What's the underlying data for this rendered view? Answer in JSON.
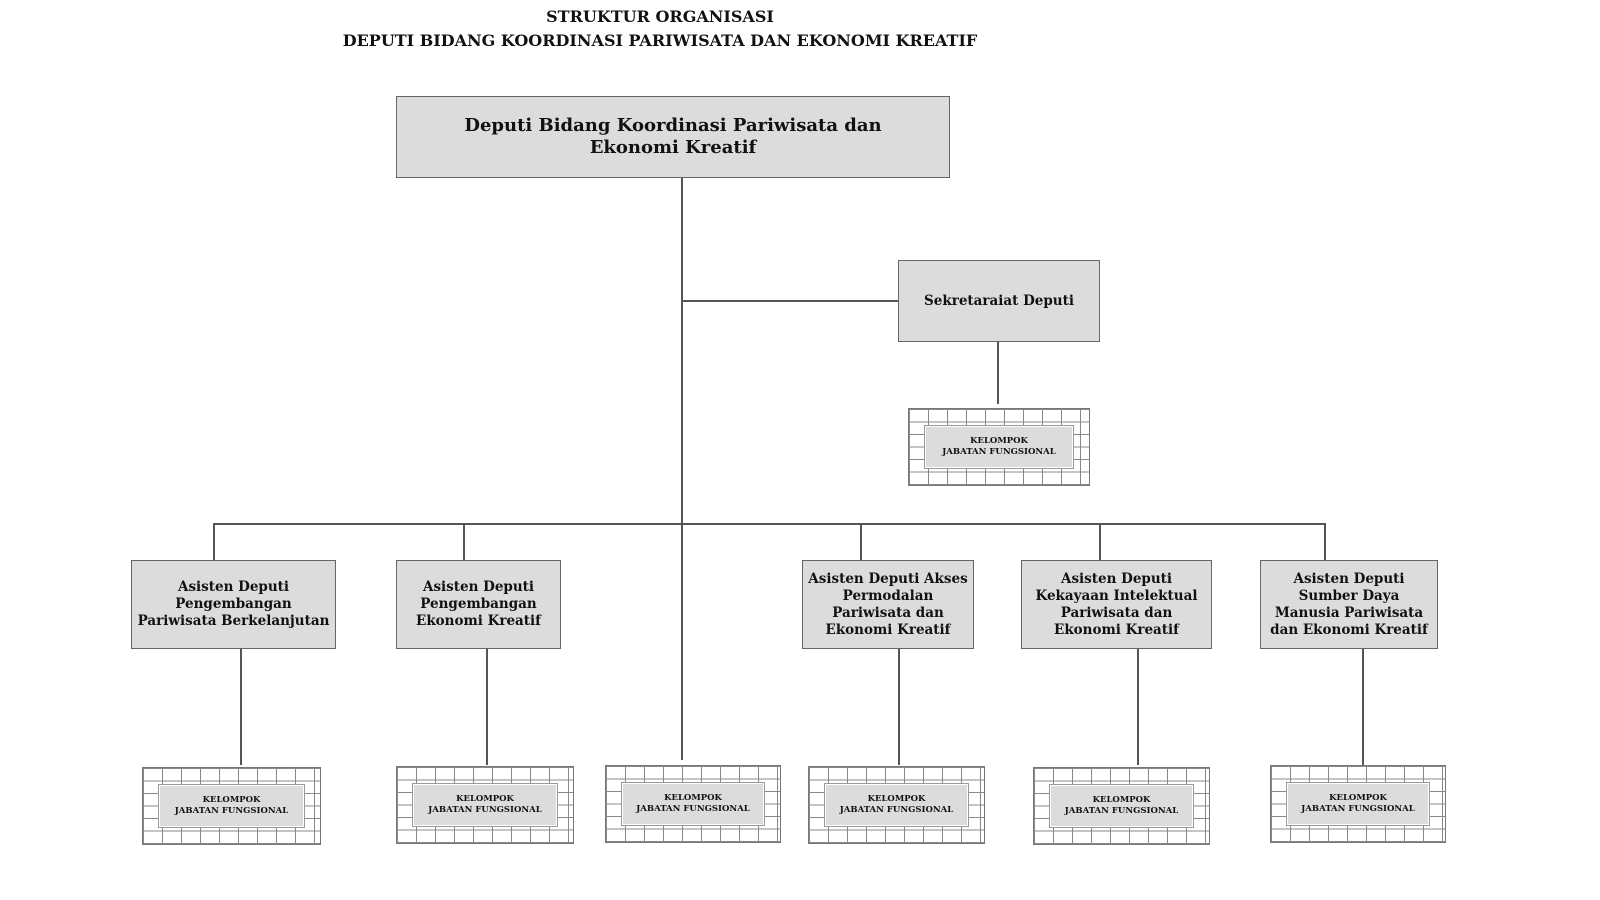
{
  "title": {
    "line1": "STRUKTUR ORGANISASI",
    "line2": "DEPUTI BIDANG KOORDINASI PARIWISATA DAN EKONOMI KREATIF"
  },
  "head": "Deputi Bidang Koordinasi Pariwisata dan Ekonomi Kreatif",
  "secretariat": "Sekretaraiat Deputi",
  "assistants": [
    "Asisten Deputi Pengembangan Pariwisata Berkelanjutan",
    "Asisten Deputi Pengembangan Ekonomi Kreatif",
    "Asisten Deputi Akses Permodalan Pariwisata dan Ekonomi Kreatif",
    "Asisten Deputi Kekayaan Intelektual Pariwisata dan Ekonomi Kreatif",
    "Asisten Deputi Sumber Daya Manusia Pariwisata dan Ekonomi Kreatif"
  ],
  "functional_group": {
    "line1": "KELOMPOK",
    "line2": "JABATAN FUNGSIONAL"
  }
}
